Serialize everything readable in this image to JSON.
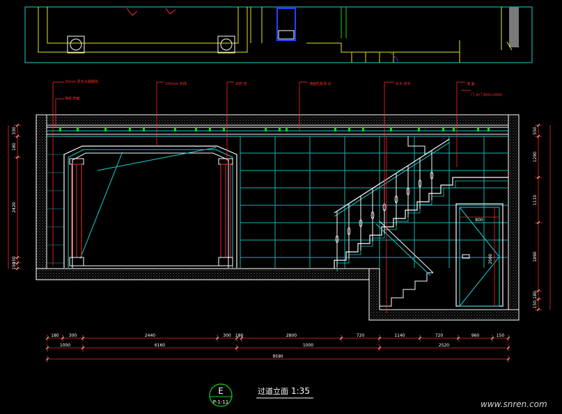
{
  "colors": {
    "background": "#000000",
    "wall": "#ffffff",
    "tile": "#17b3b3",
    "stair": "#ffffff",
    "dim": "#ff2a2a",
    "leader": "#ff2a2a",
    "note_text": "#ff2a2a",
    "ornament": "#1ad11a",
    "plan_yellow": "#e6e61a",
    "plan_cyan": "#1ad1d1",
    "title_circle": "#1ad11a",
    "title_text": "#ffffff",
    "watermark": "#cfcfcf"
  },
  "title": {
    "circle_letter": "E",
    "circle_ref": "P-1-11",
    "name": "过道立面",
    "scale": "1:35"
  },
  "watermark": "www.snren.com",
  "annotations": [
    {
      "id": "note-1",
      "text": "20mm 厚实木踢脚线"
    },
    {
      "id": "note-2",
      "text": "墙纸 饰面"
    },
    {
      "id": "note-3",
      "text": "100mm 石线"
    },
    {
      "id": "note-4",
      "text": "石材 柱"
    },
    {
      "id": "note-5",
      "text": "墙面乳胶漆 白"
    },
    {
      "id": "note-6",
      "text": "实木 扶手"
    },
    {
      "id": "note-7",
      "text": "墙 面"
    },
    {
      "id": "note-8",
      "text": "门 木门 800×2000"
    }
  ],
  "dimensions": {
    "bottom_row1": [
      "180",
      "300",
      "2440",
      "300",
      "180",
      "2800",
      "720",
      "1140",
      "720",
      "960",
      "150"
    ],
    "bottom_row2": [
      "1000",
      "6160",
      "1000",
      "2520"
    ],
    "bottom_total": "9590",
    "left": [
      "330",
      "180",
      "2420",
      "150",
      "150"
    ],
    "right": [
      "550",
      "1290",
      "1110",
      "1890",
      "180",
      "150"
    ],
    "door": [
      "800",
      "2000"
    ]
  }
}
